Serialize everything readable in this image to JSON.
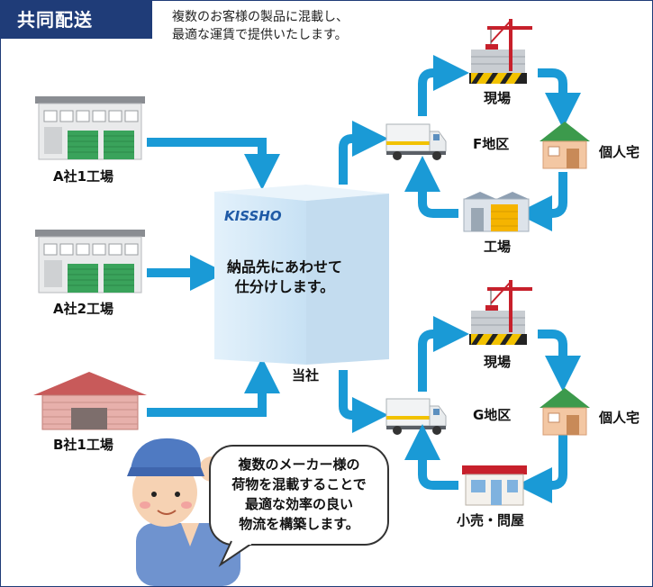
{
  "header": {
    "badge": "共同配送",
    "desc_line1": "複数のお客様の製品に混載し、",
    "desc_line2": "最適な運賃で提供いたします。"
  },
  "factories": {
    "a1": "A社1工場",
    "a2": "A社2工場",
    "b1": "B社1工場"
  },
  "center": {
    "logo": "KISSHO",
    "line1": "納品先にあわせて",
    "line2": "仕分けします。",
    "label": "当社"
  },
  "regions": {
    "f": {
      "name": "F地区",
      "site": "現場",
      "home": "個人宅",
      "factory": "工場"
    },
    "g": {
      "name": "G地区",
      "site": "現場",
      "home": "個人宅",
      "shop": "小売・問屋"
    }
  },
  "speech": {
    "line1": "複数のメーカー様の",
    "line2": "荷物を混載することで",
    "line3": "最適な効率の良い",
    "line4": "物流を構築します。"
  },
  "colors": {
    "navy": "#1f3c78",
    "arrow_blue": "#1a9ad6",
    "shutter_green": "#3aa35b",
    "box_blue": "#d6e9f7"
  }
}
